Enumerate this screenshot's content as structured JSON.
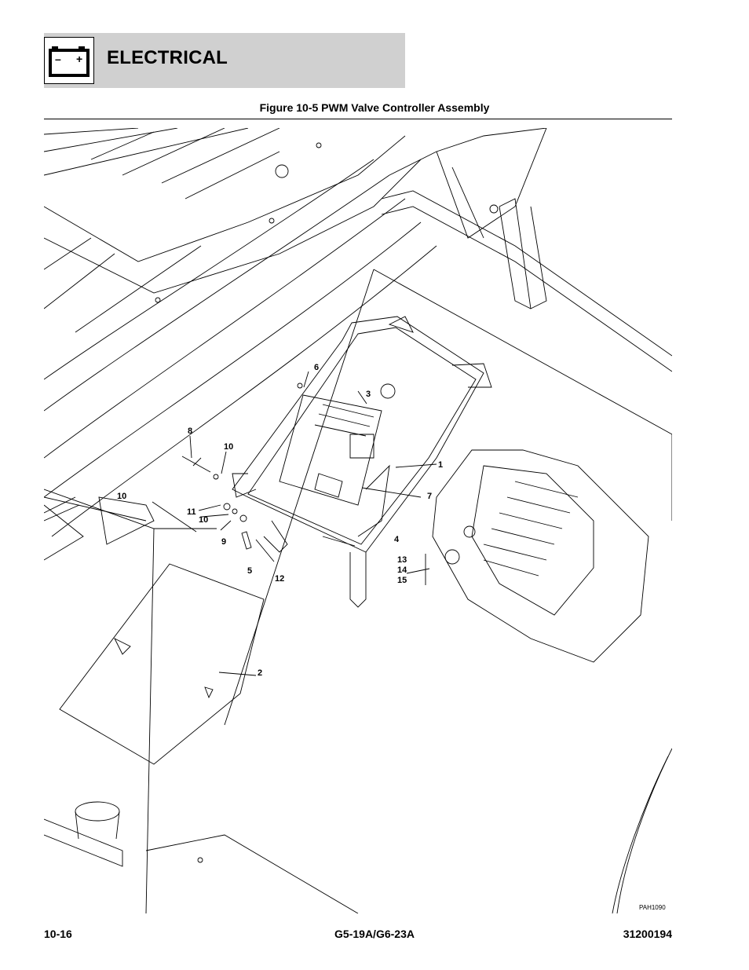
{
  "header": {
    "section_title": "ELECTRICAL",
    "icon": "battery-icon",
    "icon_minus": "–",
    "icon_plus": "+"
  },
  "figure": {
    "caption": "Figure 10-5 PWM Valve Controller Assembly",
    "drawing_code": "PAH1090",
    "callouts": [
      "1",
      "2",
      "3",
      "4",
      "5",
      "6",
      "7",
      "8",
      "9",
      "10",
      "10",
      "10",
      "11",
      "12",
      "13",
      "14",
      "15"
    ]
  },
  "footer": {
    "page_number": "10-16",
    "model": "G5-19A/G6-23A",
    "manual_number": "31200194"
  },
  "colors": {
    "header_band": "#d0d0d0",
    "line": "#000000"
  }
}
